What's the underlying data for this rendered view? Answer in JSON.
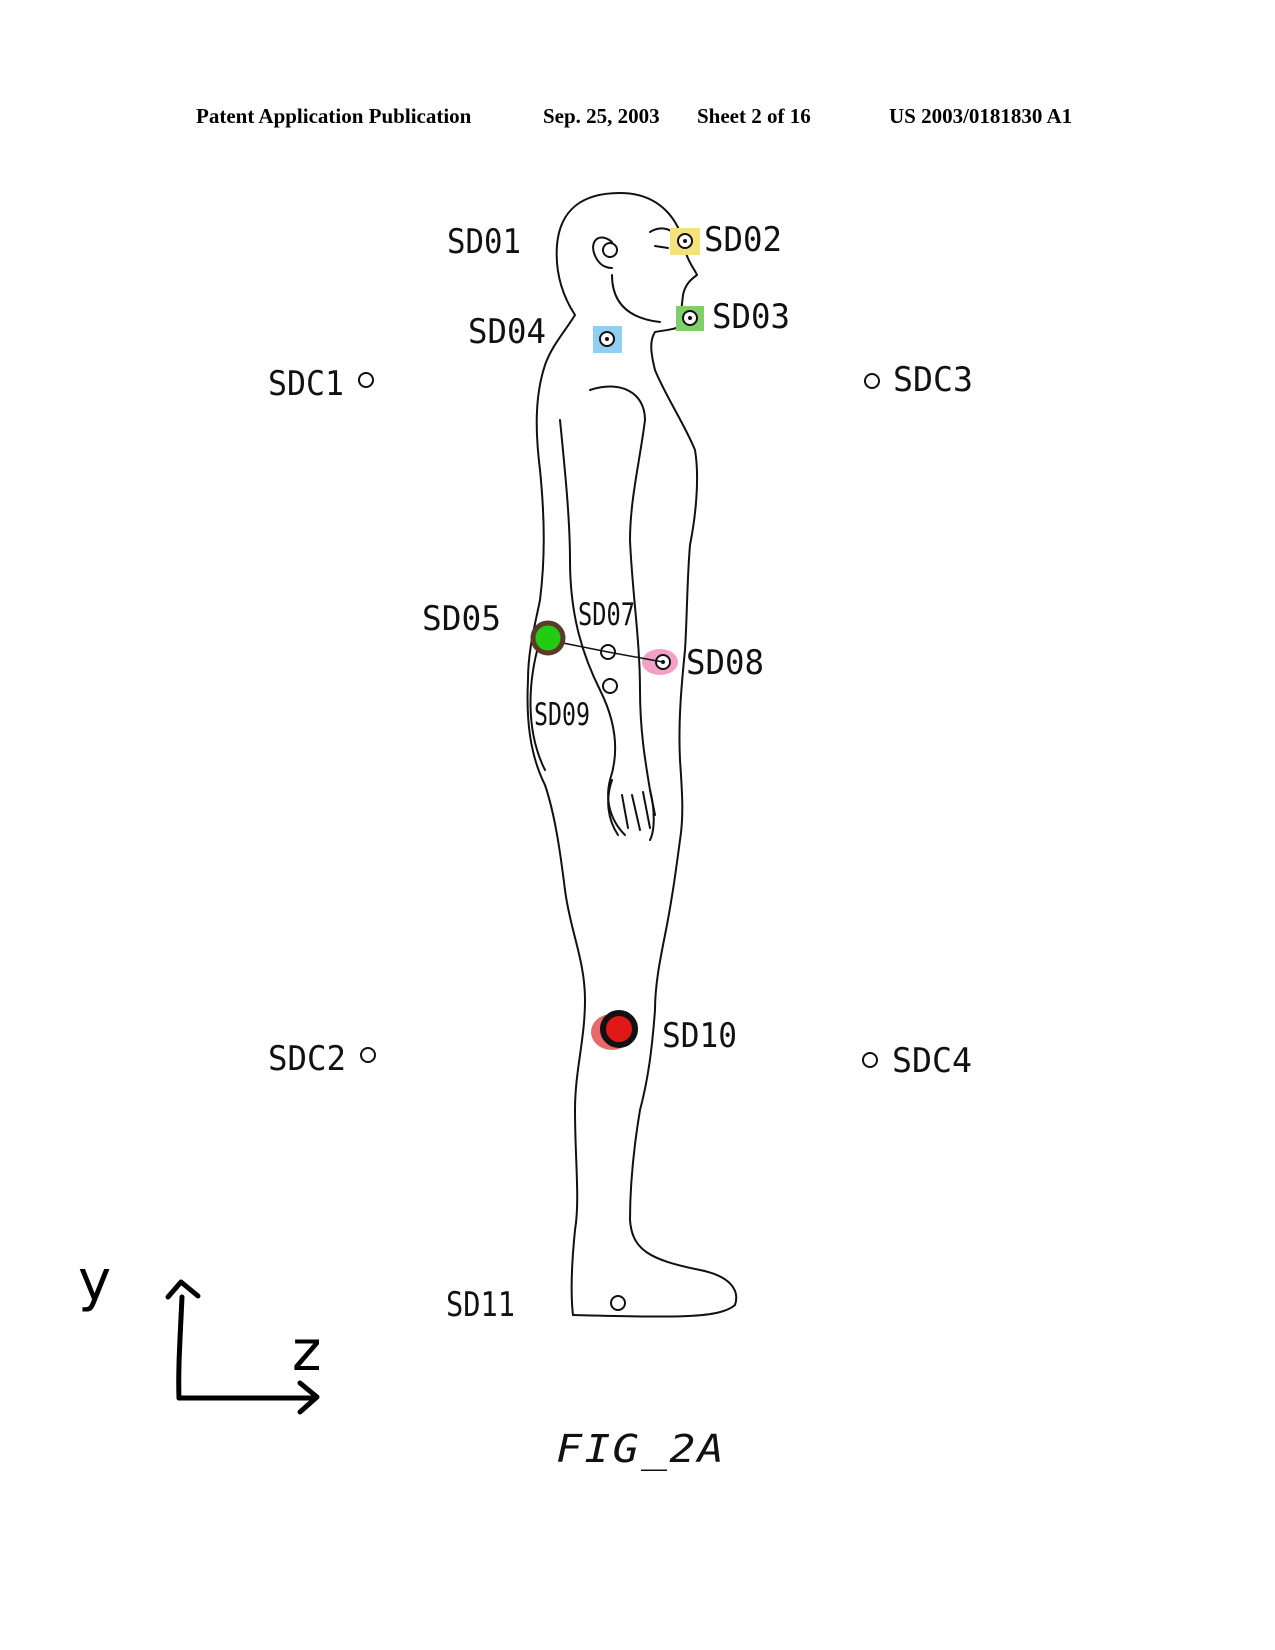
{
  "header": {
    "publication": "Patent Application Publication",
    "date": "Sep. 25, 2003",
    "sheet": "Sheet 2 of 16",
    "number": "US 2003/0181830 A1"
  },
  "labels": {
    "sd01": "SD01",
    "sd02": "SD02",
    "sd03": "SD03",
    "sd04": "SD04",
    "sd05": "SD05",
    "sd07": "SD07",
    "sd08": "SD08",
    "sd09": "SD09",
    "sd10": "SD10",
    "sd11": "SD11",
    "sdc1": "SDC1",
    "sdc2": "SDC2",
    "sdc3": "SDC3",
    "sdc4": "SDC4"
  },
  "axes": {
    "y": "y",
    "z": "z"
  },
  "caption": "FIG_2A",
  "colors": {
    "sd02_highlight": "#f5e27a",
    "sd03_highlight": "#7fd06a",
    "sd04_highlight": "#8fd0f0",
    "sd05_fill": "#22cc11",
    "sd05_ring": "#5a3a2a",
    "sd08_highlight": "#f2a0c8",
    "sd10_fill": "#e01818",
    "sd10_halo": "#e86a6a"
  }
}
